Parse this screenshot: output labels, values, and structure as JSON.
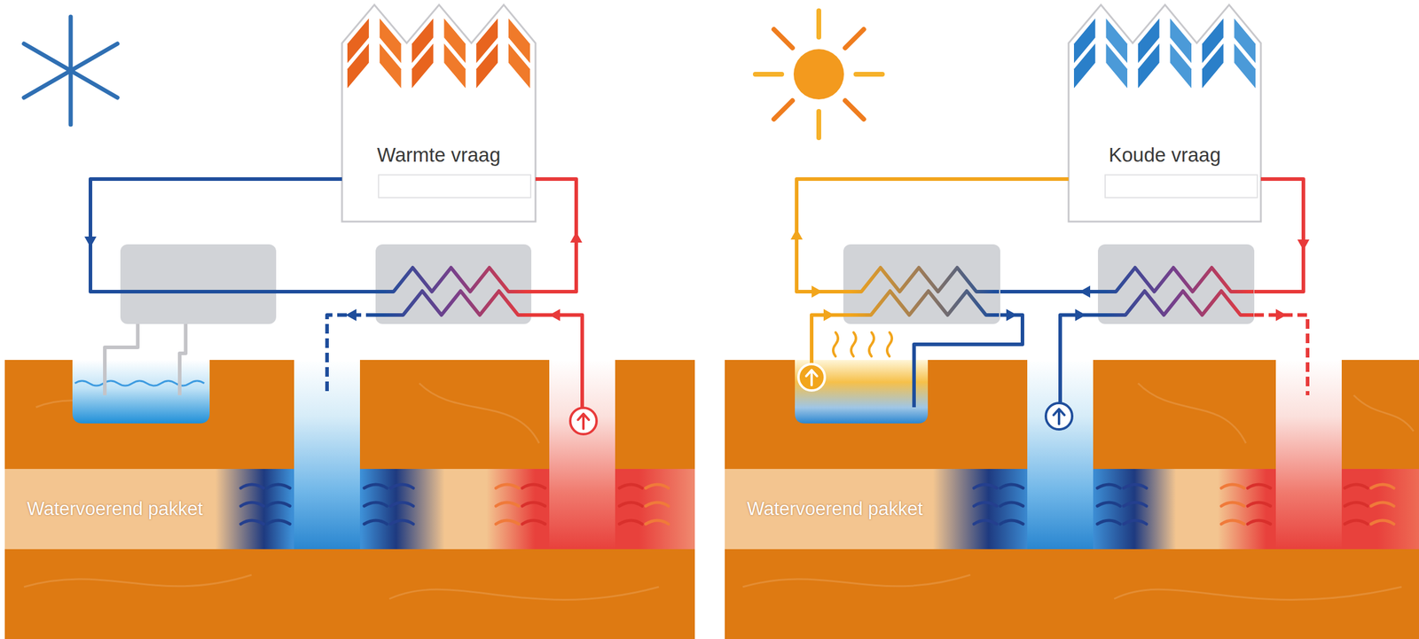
{
  "diagram": {
    "nodes": [
      {
        "text": [
          "Warmte vraag"
        ]
      },
      {
        "text": [
          "Watervoerend pakket"
        ]
      },
      {
        "text": [
          "Koude vraag"
        ]
      },
      {
        "text": [
          "Watervoerend pakket"
        ]
      }
    ]
  }
}
